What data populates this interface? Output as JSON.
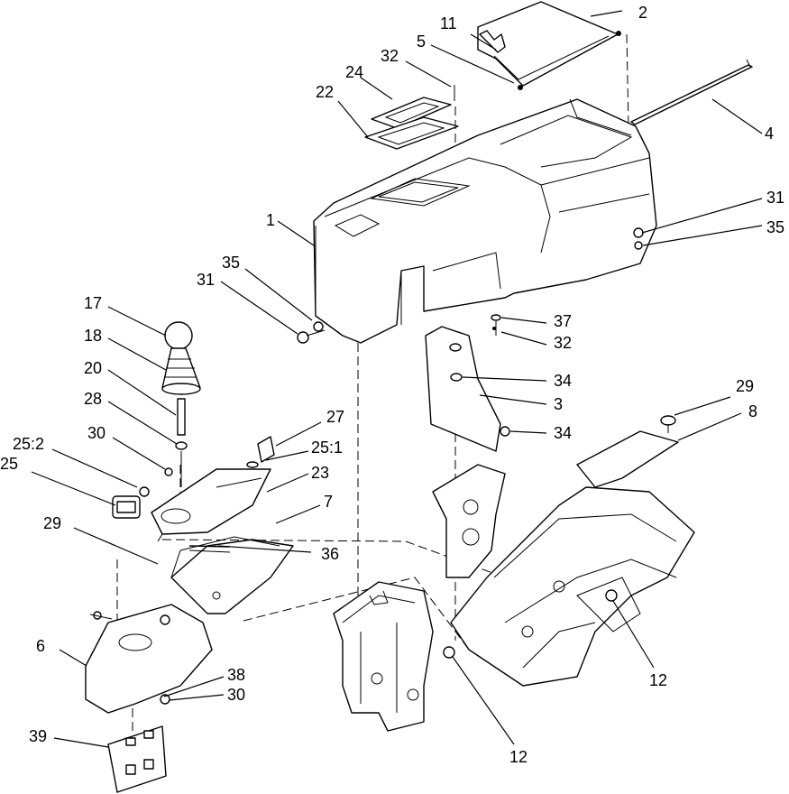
{
  "callouts": {
    "c1": "1",
    "c2": "2",
    "c3": "3",
    "c4": "4",
    "c5": "5",
    "c6": "6",
    "c7": "7",
    "c8": "8",
    "c11": "11",
    "c12a": "12",
    "c12b": "12",
    "c17": "17",
    "c18": "18",
    "c20": "20",
    "c22": "22",
    "c23": "23",
    "c24": "24",
    "c25": "25",
    "c25_1": "25:1",
    "c25_2": "25:2",
    "c27": "27",
    "c28": "28",
    "c29a": "29",
    "c29b": "29",
    "c30a": "30",
    "c30b": "30",
    "c31a": "31",
    "c31b": "31",
    "c32a": "32",
    "c32b": "32",
    "c34a": "34",
    "c34b": "34",
    "c35a": "35",
    "c35b": "35",
    "c36": "36",
    "c37": "37",
    "c38": "38",
    "c39": "39"
  }
}
